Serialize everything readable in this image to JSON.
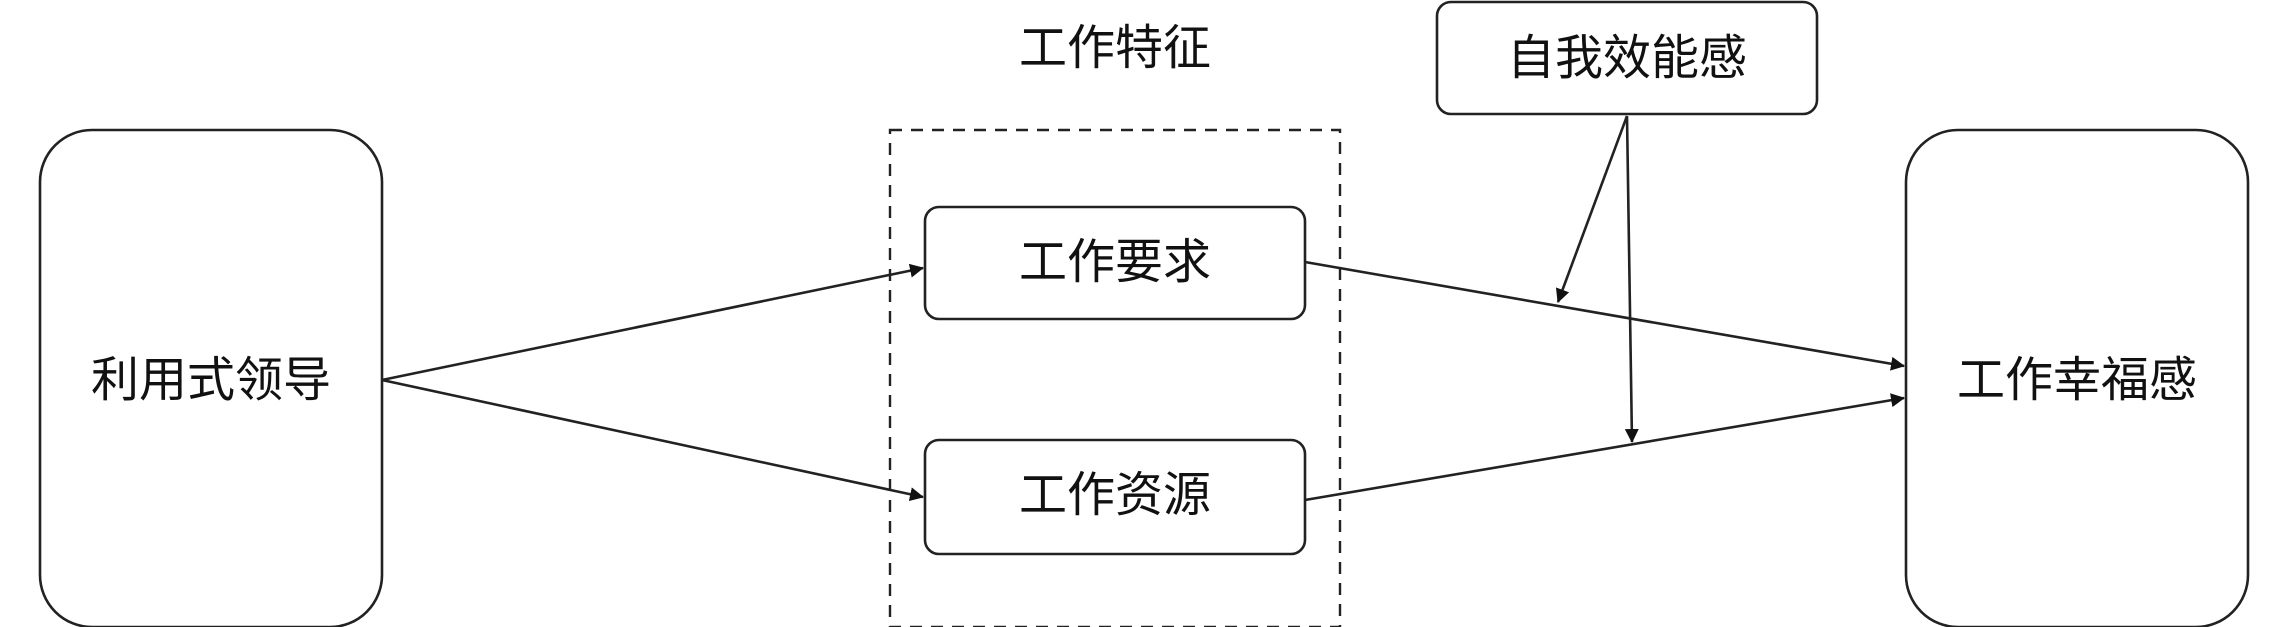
{
  "diagram": {
    "group": {
      "title": "工作特征"
    },
    "nodes": {
      "exploitative_leadership": "利用式领导",
      "job_demands": "工作要求",
      "job_resources": "工作资源",
      "self_efficacy": "自我效能感",
      "work_wellbeing": "工作幸福感"
    },
    "edges": [
      {
        "from": "exploitative_leadership",
        "to": "job_demands"
      },
      {
        "from": "exploitative_leadership",
        "to": "job_resources"
      },
      {
        "from": "job_demands",
        "to": "work_wellbeing"
      },
      {
        "from": "job_resources",
        "to": "work_wellbeing"
      },
      {
        "from": "self_efficacy",
        "to": "job_demands_to_work_wellbeing_path"
      },
      {
        "from": "self_efficacy",
        "to": "job_resources_to_work_wellbeing_path"
      }
    ]
  }
}
